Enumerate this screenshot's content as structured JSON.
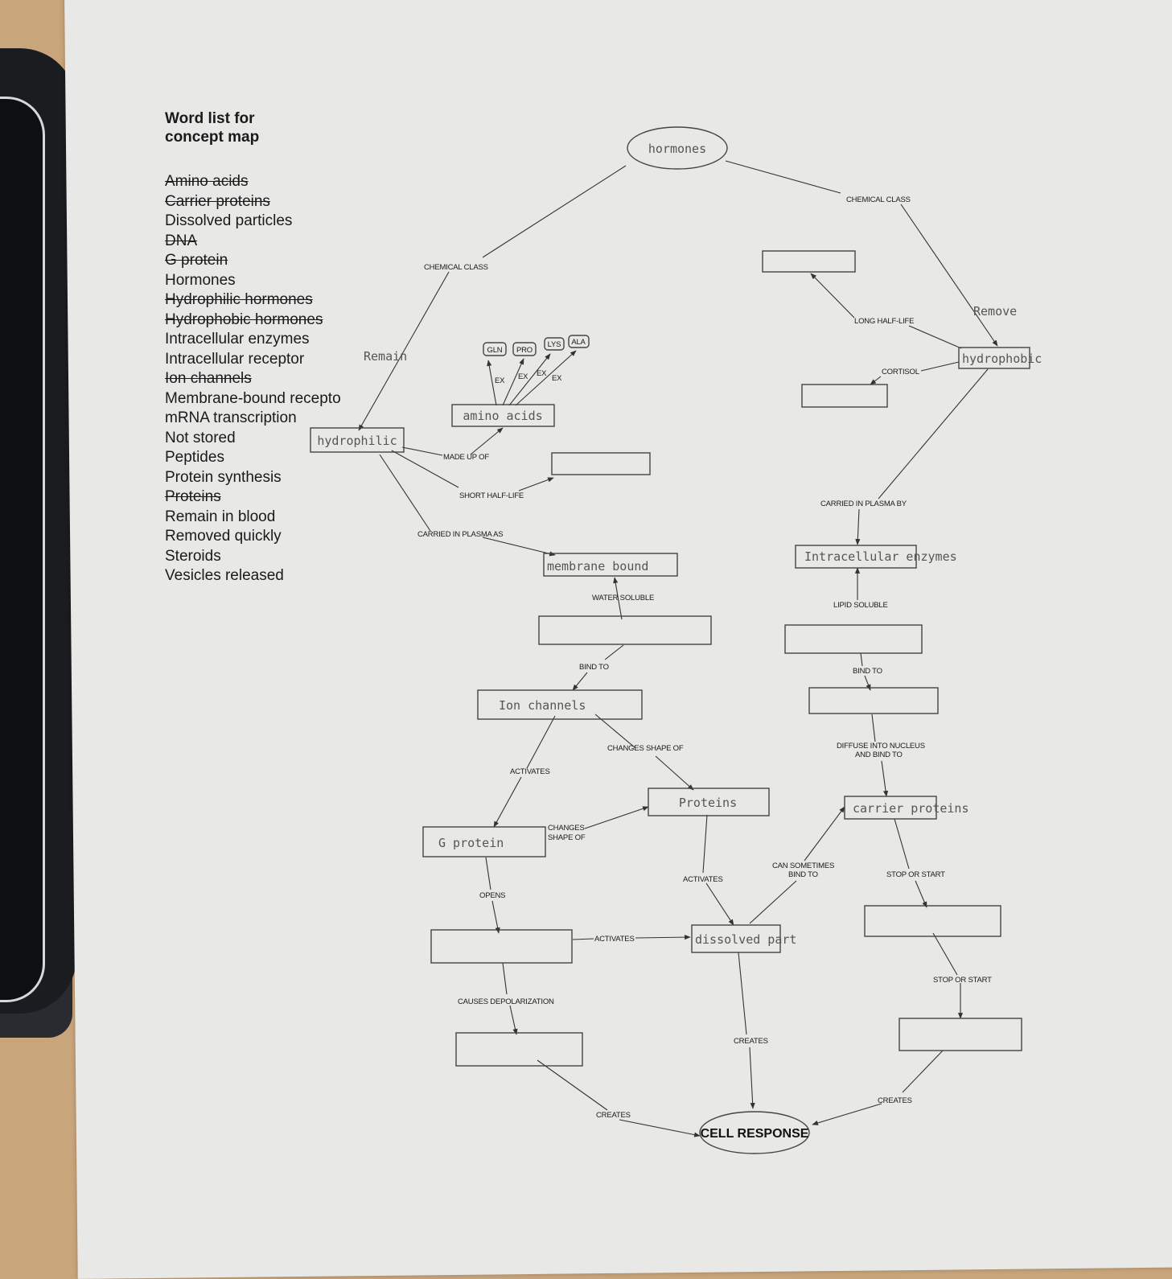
{
  "word_list": {
    "title": "Word list for concept map",
    "items": [
      {
        "text": "Amino acids",
        "struck": true
      },
      {
        "text": "Carrier proteins",
        "struck": true
      },
      {
        "text": "Dissolved particles",
        "struck": false
      },
      {
        "text": "DNA",
        "struck": true
      },
      {
        "text": "G protein",
        "struck": true
      },
      {
        "text": "Hormones",
        "struck": false
      },
      {
        "text": "Hydrophilic hormones",
        "struck": true
      },
      {
        "text": "Hydrophobic hormones",
        "struck": true
      },
      {
        "text": "Intracellular enzymes",
        "struck": false
      },
      {
        "text": "Intracellular receptor",
        "struck": false
      },
      {
        "text": "Ion channels",
        "struck": true
      },
      {
        "text": "Membrane-bound recepto",
        "struck": false
      },
      {
        "text": "mRNA transcription",
        "struck": false
      },
      {
        "text": "Not stored",
        "struck": false
      },
      {
        "text": "Peptides",
        "struck": false
      },
      {
        "text": "Protein synthesis",
        "struck": false
      },
      {
        "text": "Proteins",
        "struck": true
      },
      {
        "text": "Remain in blood",
        "struck": false
      },
      {
        "text": "Removed quickly",
        "struck": false
      },
      {
        "text": "Steroids",
        "struck": false
      },
      {
        "text": "Vesicles released",
        "struck": false
      }
    ]
  },
  "nodes": {
    "hormones": "hormones",
    "hydrophilic": "hydrophilic",
    "hydrophobic": "hydrophobic",
    "amino_acids": "amino acids",
    "gln": "GLN",
    "pro": "PRO",
    "lys": "LYS",
    "ala": "ALA",
    "membrane_bound": "membrane bound",
    "ion_channels": "Ion channels",
    "g_protein": "G protein",
    "proteins": "Proteins",
    "dissolved_part": "dissolved part",
    "intracellular_enzymes": "Intracellular enzymes",
    "carrier_proteins": "carrier proteins",
    "cell_response": "CELL RESPONSE"
  },
  "annotations": {
    "remain": "Remain",
    "remove": "Remove"
  },
  "edge_labels": {
    "chemical_class_left": "CHEMICAL CLASS",
    "chemical_class_right": "CHEMICAL CLASS",
    "long_half_life": "LONG HALF-LIFE",
    "cortisol": "CORTISOL",
    "ex1": "EX",
    "ex2": "EX",
    "ex3": "EX",
    "ex4": "EX",
    "made_up_of": "MADE UP OF",
    "short_half_life": "SHORT HALF-LIFE",
    "carried_in_plasma_as": "CARRIED IN PLASMA AS",
    "carried_in_plasma_by": "CARRIED IN PLASMA BY",
    "water_soluble": "WATER SOLUBLE",
    "lipid_soluble": "LIPID SOLUBLE",
    "bind_to_left": "BIND TO",
    "bind_to_right": "BIND TO",
    "diffuse_line1": "DIFFUSE INTO NUCLEUS",
    "diffuse_line2": "AND BIND TO",
    "changes_shape_of_top": "CHANGES SHAPE OF",
    "activates_left": "ACTIVATES",
    "changes_line1": "CHANGES",
    "changes_line2": "SHAPE OF",
    "activates_mid": "ACTIVATES",
    "can_sometimes_line1": "CAN SOMETIMES",
    "can_sometimes_line2": "BIND TO",
    "stop_or_start_1": "STOP OR START",
    "stop_or_start_2": "STOP OR START",
    "opens": "OPENS",
    "activates_bottom": "ACTIVATES",
    "causes_depolarization": "CAUSES DEPOLARIZATION",
    "creates_left": "CREATES",
    "creates_mid": "CREATES",
    "creates_right": "CREATES"
  }
}
